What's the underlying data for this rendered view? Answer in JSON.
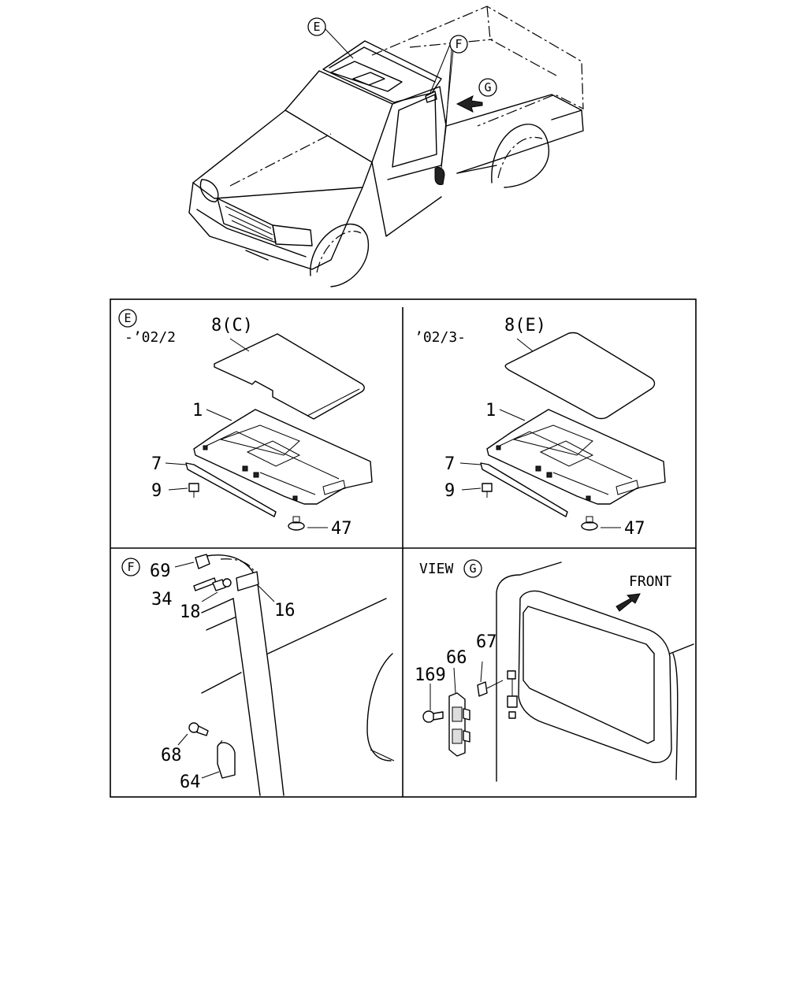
{
  "overview": {
    "callouts": {
      "e": "E",
      "f": "F",
      "g": "G"
    }
  },
  "panel_e": {
    "marker": "E",
    "left": {
      "period": "-’02/2",
      "parts": {
        "cover": "8(C)",
        "headlining": "1",
        "retainer": "7",
        "screw": "9",
        "clip": "47"
      }
    },
    "right": {
      "period": "’02/3-",
      "parts": {
        "cover": "8(E)",
        "headlining": "1",
        "retainer": "7",
        "screw": "9",
        "clip": "47"
      }
    }
  },
  "panel_f": {
    "marker": "F",
    "parts": {
      "p69": "69",
      "p34": "34",
      "p18": "18",
      "p16": "16",
      "p68": "68",
      "p64": "64"
    }
  },
  "panel_g": {
    "view_label": "VIEW",
    "marker": "G",
    "front_label": "FRONT",
    "parts": {
      "p67": "67",
      "p66": "66",
      "p169": "169"
    }
  }
}
